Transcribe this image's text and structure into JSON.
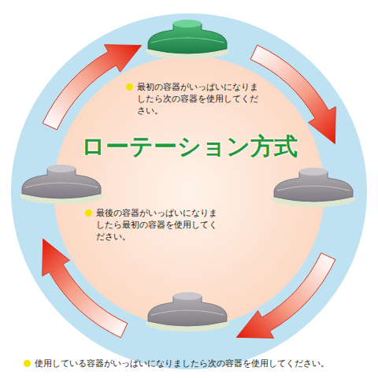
{
  "diagram": {
    "title": "ローテーション方式",
    "labels": [
      "最初の容器がいっぱいになりましたら次の容器を使用してください。",
      "最後の容器がいっぱいになりましたら最初の容器を使用してください。",
      "使用している容器がいっぱいになりましたら次の容器を使用してください。"
    ]
  }
}
